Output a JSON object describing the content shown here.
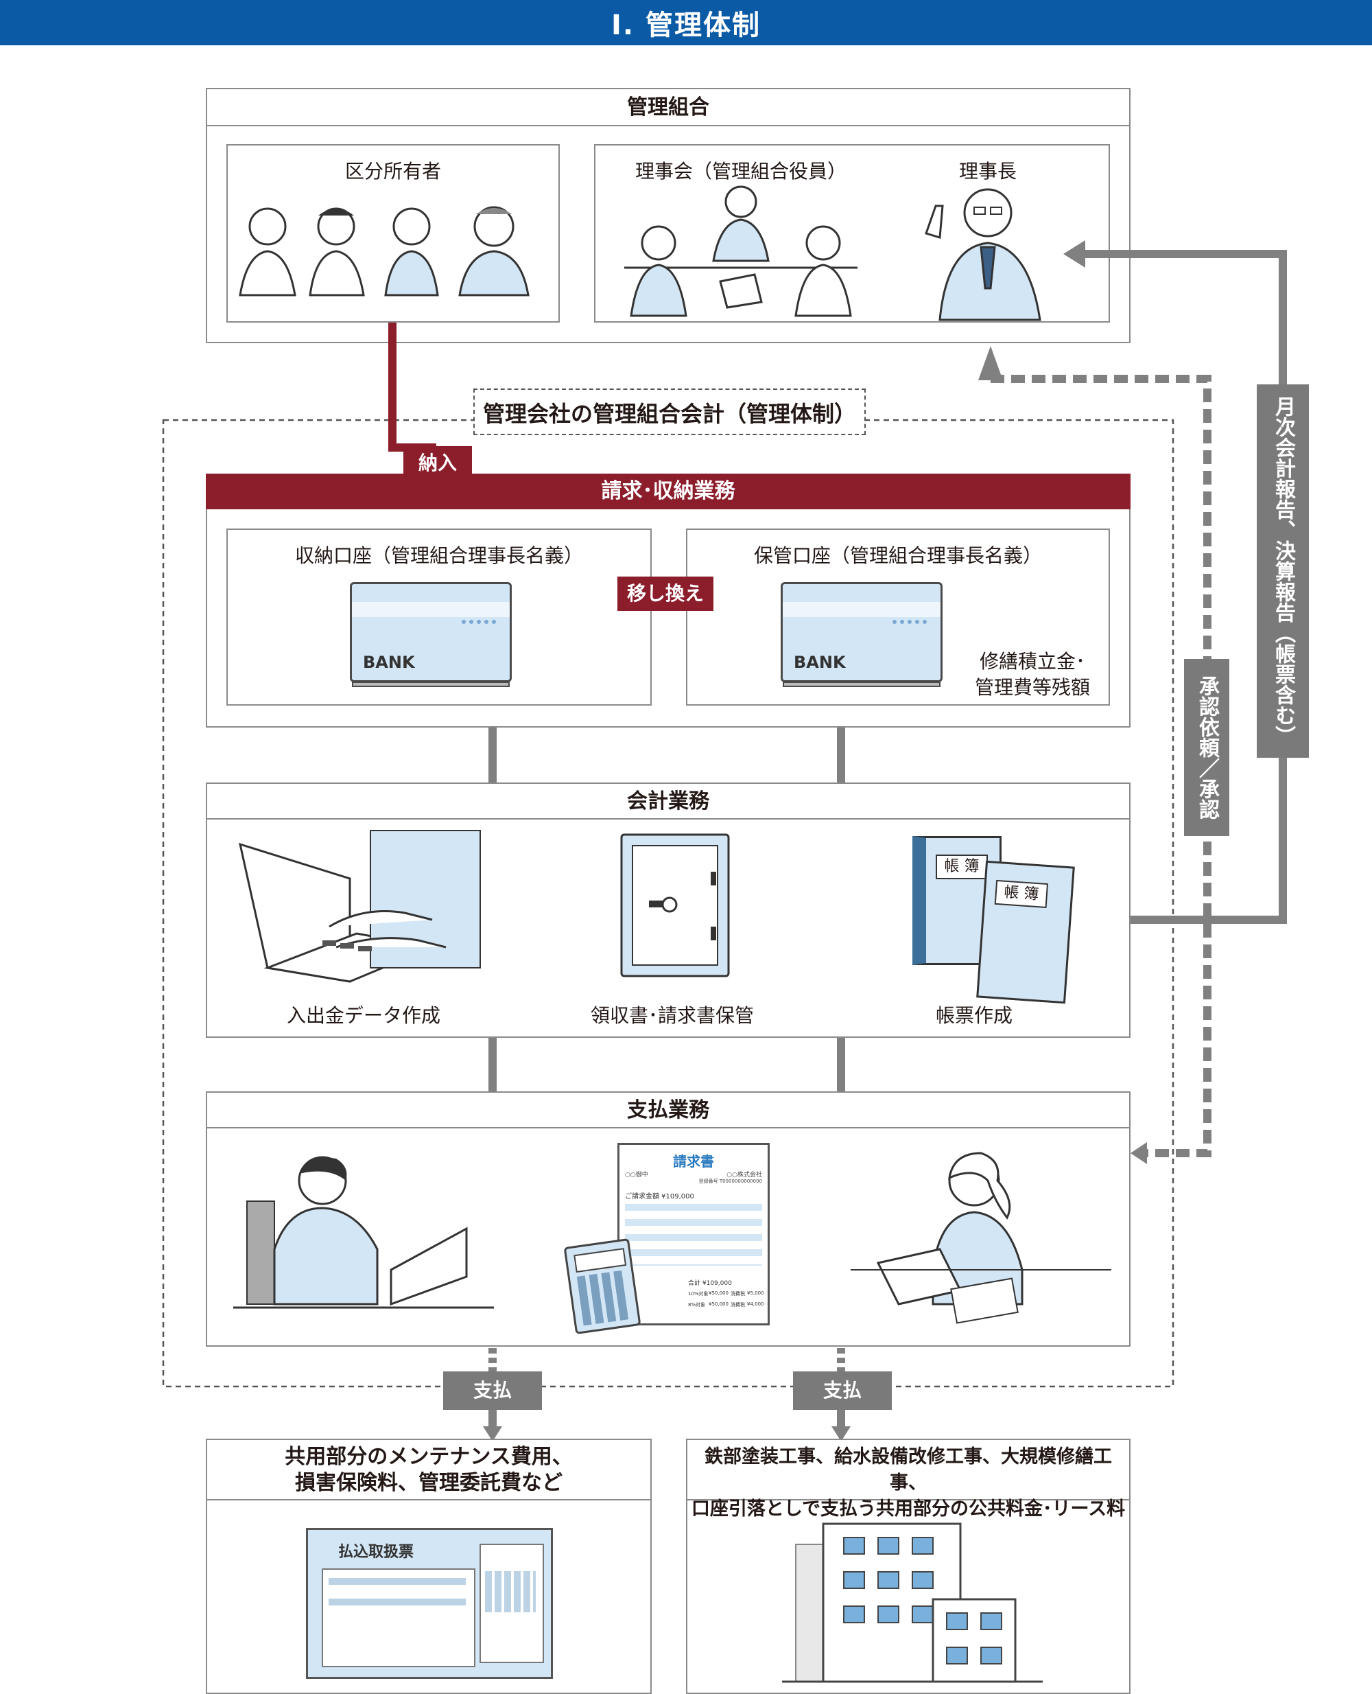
{
  "header": {
    "title": "Ⅰ. 管理体制"
  },
  "kanri_kumiai": {
    "title": "管理組合",
    "owners_label": "区分所有者",
    "board_label": "理事会（管理組合役員）",
    "chairman_label": "理事長"
  },
  "kanri_kaisha": {
    "title": "管理会社の管理組合会計（管理体制）"
  },
  "nyuu": {
    "label": "納入"
  },
  "seikyu": {
    "title": "請求･収納業務",
    "collection_account": "収納口座（管理組合理事長名義）",
    "storage_account": "保管口座（管理組合理事長名義）",
    "transfer_label": "移し換え",
    "bank_text": "BANK",
    "balance_note_line1": "修繕積立金･",
    "balance_note_line2": "管理費等残額"
  },
  "kaikei": {
    "title": "会計業務",
    "item1": "入出金データ作成",
    "item2": "領収書･請求書保管",
    "item3": "帳票作成",
    "ledger_text": "帳 簿"
  },
  "shiharai": {
    "title": "支払業務",
    "invoice_title": "請求書",
    "invoice_amount": "ご請求金額 ¥109,000",
    "invoice_total": "合計 ¥109,000",
    "invoice_to": "○○御中",
    "invoice_from": "○○株式会社",
    "invoice_reg": "登録番号 T0000000000000",
    "invoice_tax10_label": "10%対象",
    "invoice_tax10_amount": "¥50,000",
    "invoice_tax10_tax": "¥5,000",
    "invoice_tax8_label": "8%対象",
    "invoice_tax8_amount": "¥50,000",
    "invoice_tax8_tax": "¥4,000",
    "invoice_tax_label": "消費税"
  },
  "pay_tags": {
    "left": "支払",
    "right": "支払"
  },
  "outputs": {
    "left_line1": "共用部分のメンテナンス費用、",
    "left_line2": "損害保険料、管理委託費など",
    "left_slip": "払込取扱票",
    "right_line1": "鉄部塗装工事、給水設備改修工事、大規模修繕工事、",
    "right_line2": "口座引落としで支払う共用部分の公共料金･リース料など"
  },
  "side": {
    "monthly_report": "月次会計報告、決算報告（帳票含む）",
    "approval": "承認依頼／承認"
  },
  "colors": {
    "header": "#0a5aa6",
    "red": "#8c1d2b",
    "gray": "#7a7a7a",
    "lightblue": "#d3e6f5"
  }
}
